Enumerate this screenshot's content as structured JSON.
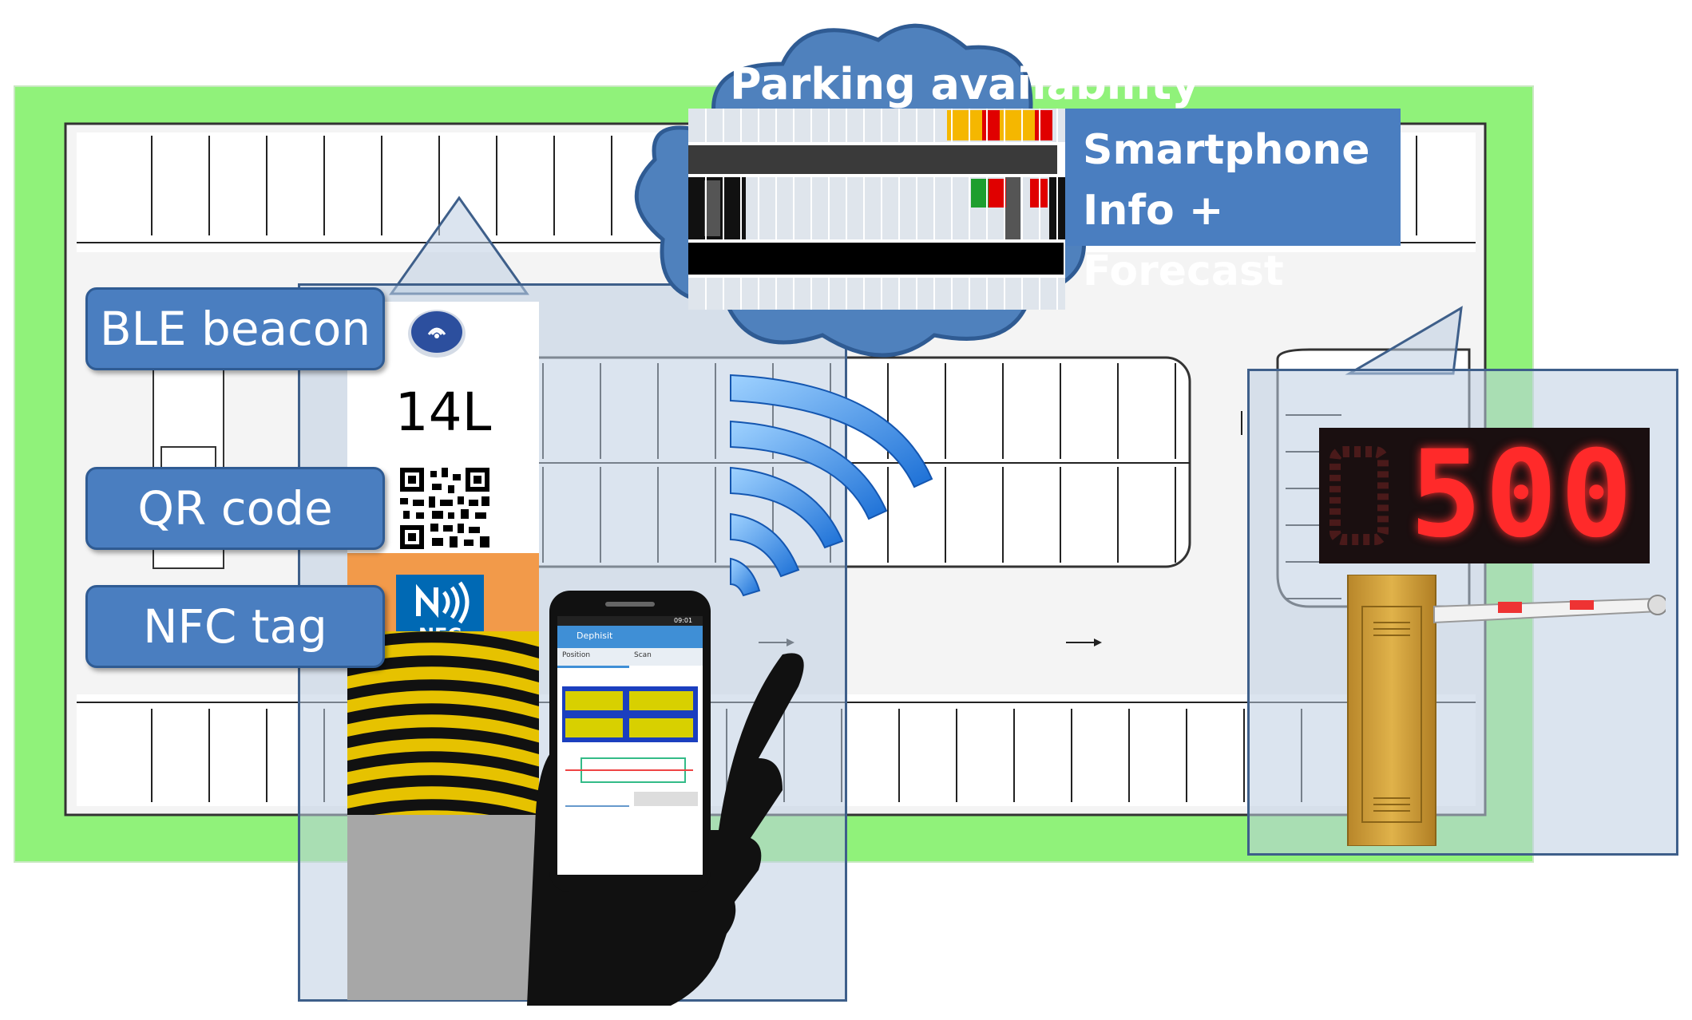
{
  "labels": {
    "ble_beacon": "BLE beacon",
    "qr_code": "QR code",
    "nfc_tag": "NFC tag"
  },
  "spot_code": "14L",
  "nfc_icon_text": "NFC",
  "cloud": {
    "title": "Parking availability",
    "smartphone_line1": "Smartphone",
    "smartphone_line2": "Info + Forecast"
  },
  "display": {
    "value": "500"
  },
  "phone": {
    "app_name": "Dephisit",
    "tab_position": "Position",
    "tab_scan": "Scan",
    "status_time": "09:01"
  },
  "colors": {
    "lot_border": "#90f27a",
    "label_fill": "#4a7ec0",
    "cloud_fill": "#4f81bd",
    "led_red": "#ff2a2a",
    "barrier_yellow": "#d9a93a"
  },
  "icons": [
    "ble-beacon-icon",
    "qr-code-icon",
    "nfc-icon",
    "wifi-signal-icon",
    "hand-icon",
    "smartphone-icon",
    "barrier-gate-icon",
    "led-counter-icon"
  ]
}
